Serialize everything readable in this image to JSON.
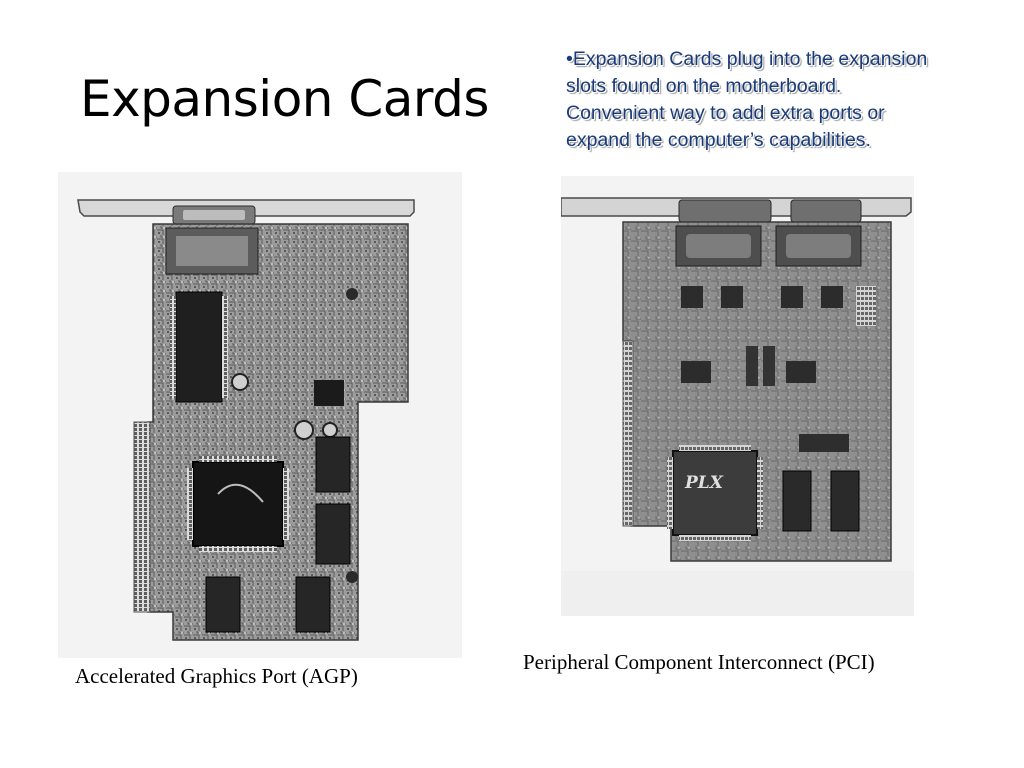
{
  "slide": {
    "title": "Expansion Cards",
    "bullet_lines": [
      "•Expansion Cards plug into the expansion",
      "slots found on the motherboard.",
      "Convenient way to add extra ports or",
      "expand the computer’s capabilities."
    ]
  },
  "images": {
    "agp": {
      "caption": "Accelerated Graphics Port (AGP)"
    },
    "pci": {
      "caption": "Peripheral Component Interconnect (PCI)",
      "chip_label": "PLX"
    }
  }
}
